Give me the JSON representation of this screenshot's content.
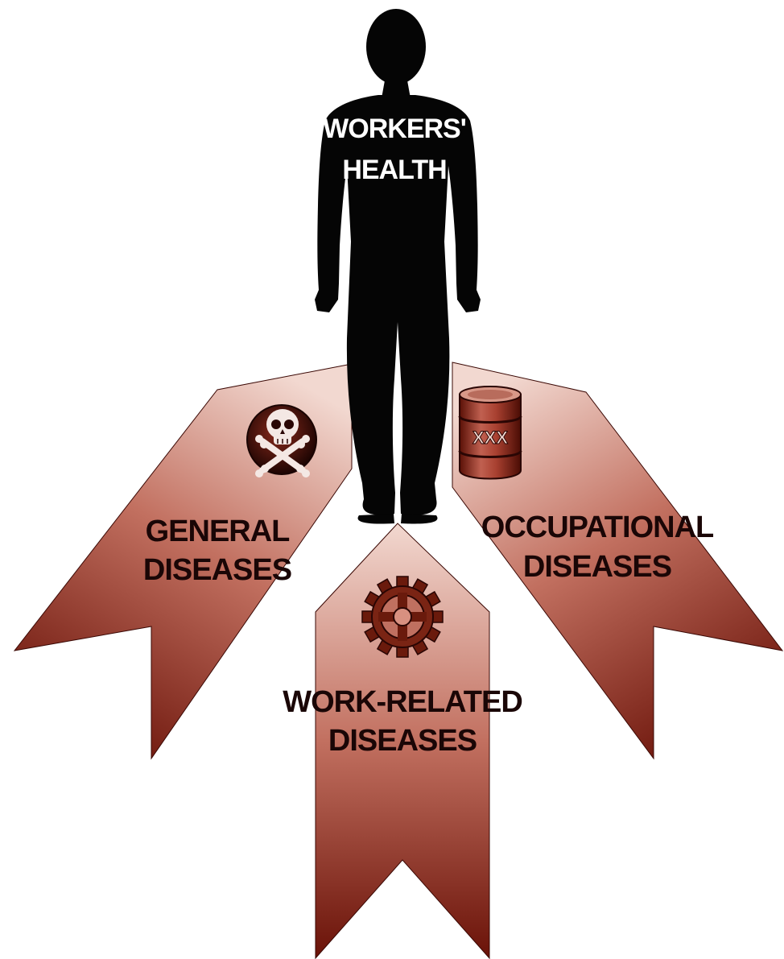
{
  "figure": {
    "label_line1": "WORKERS'",
    "label_line2": "HEALTH"
  },
  "branches": {
    "general": {
      "line1": "GENERAL",
      "line2": "DISEASES",
      "icon": "skull-crossbones-icon"
    },
    "work_related": {
      "line1": "WORK-RELATED",
      "line2": "DISEASES",
      "icon": "gear-icon"
    },
    "occupational": {
      "line1": "OCCUPATIONAL",
      "line2": "DISEASES",
      "icon": "barrel-icon",
      "barrel_marking": "XXX"
    }
  },
  "colors": {
    "arrow_light": "#f2d8d0",
    "arrow_mid": "#c27060",
    "arrow_dark": "#6a1208",
    "silhouette": "#050505",
    "text_dark": "#1a0606",
    "text_light": "#ffffff"
  }
}
